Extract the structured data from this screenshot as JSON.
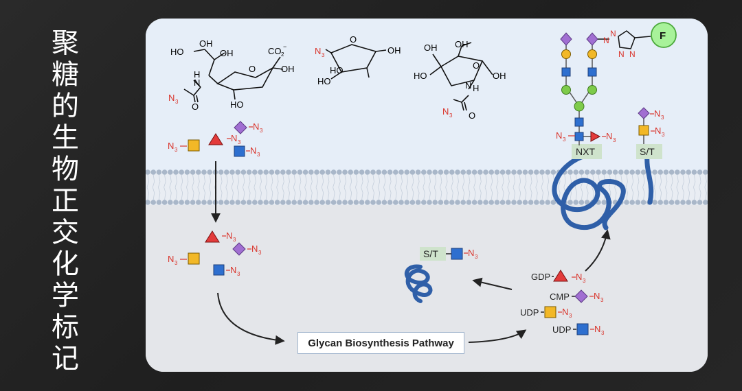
{
  "title": "聚糖的生物正交化学标记",
  "pathway_label": "Glycan Biosynthesis Pathway",
  "azide": "N",
  "azide_sub": "3",
  "fluorophore": "F",
  "labels": {
    "nxt": "NXT",
    "st_membrane": "S/T",
    "st_cytosol": "S/T",
    "gdp": "GDP",
    "cmp": "CMP",
    "udp1": "UDP",
    "udp2": "UDP"
  },
  "chem": {
    "ho": "HO",
    "oh": "OH",
    "o": "O",
    "h": "H",
    "n": "N",
    "co2": "CO",
    "co2_sub": "2",
    "minus": "−"
  },
  "colors": {
    "sialic": "#a16fd2",
    "fucose": "#e33b3b",
    "galnac": "#f2b827",
    "glcnac": "#2e6fcf",
    "mannose": "#7ecb4a",
    "galactose": "#f2b827",
    "azide_red": "#d9342b",
    "protein": "#2f5fa8",
    "membrane": "#a9b7c9"
  }
}
